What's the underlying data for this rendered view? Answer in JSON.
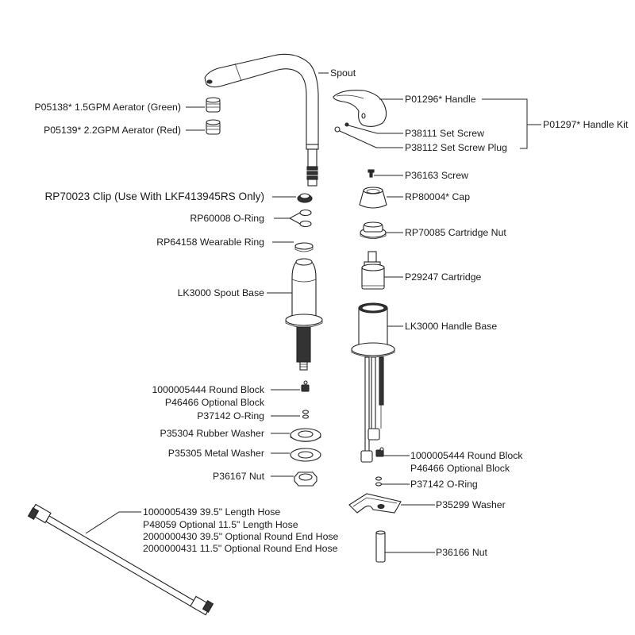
{
  "diagram": {
    "title": "Faucet exploded parts diagram",
    "parts": {
      "spout": "Spout",
      "aerator_green": "P05138* 1.5GPM Aerator (Green)",
      "aerator_red": "P05139* 2.2GPM Aerator (Red)",
      "clip": "RP70023 Clip (Use With LKF413945RS Only)",
      "spout_oring": "RP60008 O-Ring",
      "wearable_ring": "RP64158 Wearable Ring",
      "spout_base": "LK3000 Spout Base",
      "spout_round_block": "1000005444 Round Block",
      "spout_optional_block": "P46466 Optional Block",
      "spout_block_oring": "P37142 O-Ring",
      "rubber_washer": "P35304 Rubber Washer",
      "metal_washer": "P35305 Metal Washer",
      "spout_nut": "P36167 Nut",
      "hose_1": "1000005439 39.5\" Length Hose",
      "hose_2": "P48059 Optional 11.5\" Length Hose",
      "hose_3": "2000000430 39.5\" Optional Round End Hose",
      "hose_4": "2000000431 11.5\" Optional Round End Hose",
      "handle": "P01296* Handle",
      "set_screw": "P38111 Set Screw",
      "set_screw_plug": "P38112 Set Screw Plug",
      "handle_kit": "P01297* Handle Kit",
      "screw": "P36163 Screw",
      "cap": "RP80004* Cap",
      "cartridge_nut": "RP70085 Cartridge Nut",
      "cartridge": "P29247 Cartridge",
      "handle_base": "LK3000 Handle Base",
      "handle_round_block": "1000005444 Round Block",
      "handle_optional_block": "P46466 Optional Block",
      "handle_block_oring": "P37142 O-Ring",
      "handle_washer": "P35299 Washer",
      "handle_nut": "P36166 Nut"
    }
  }
}
